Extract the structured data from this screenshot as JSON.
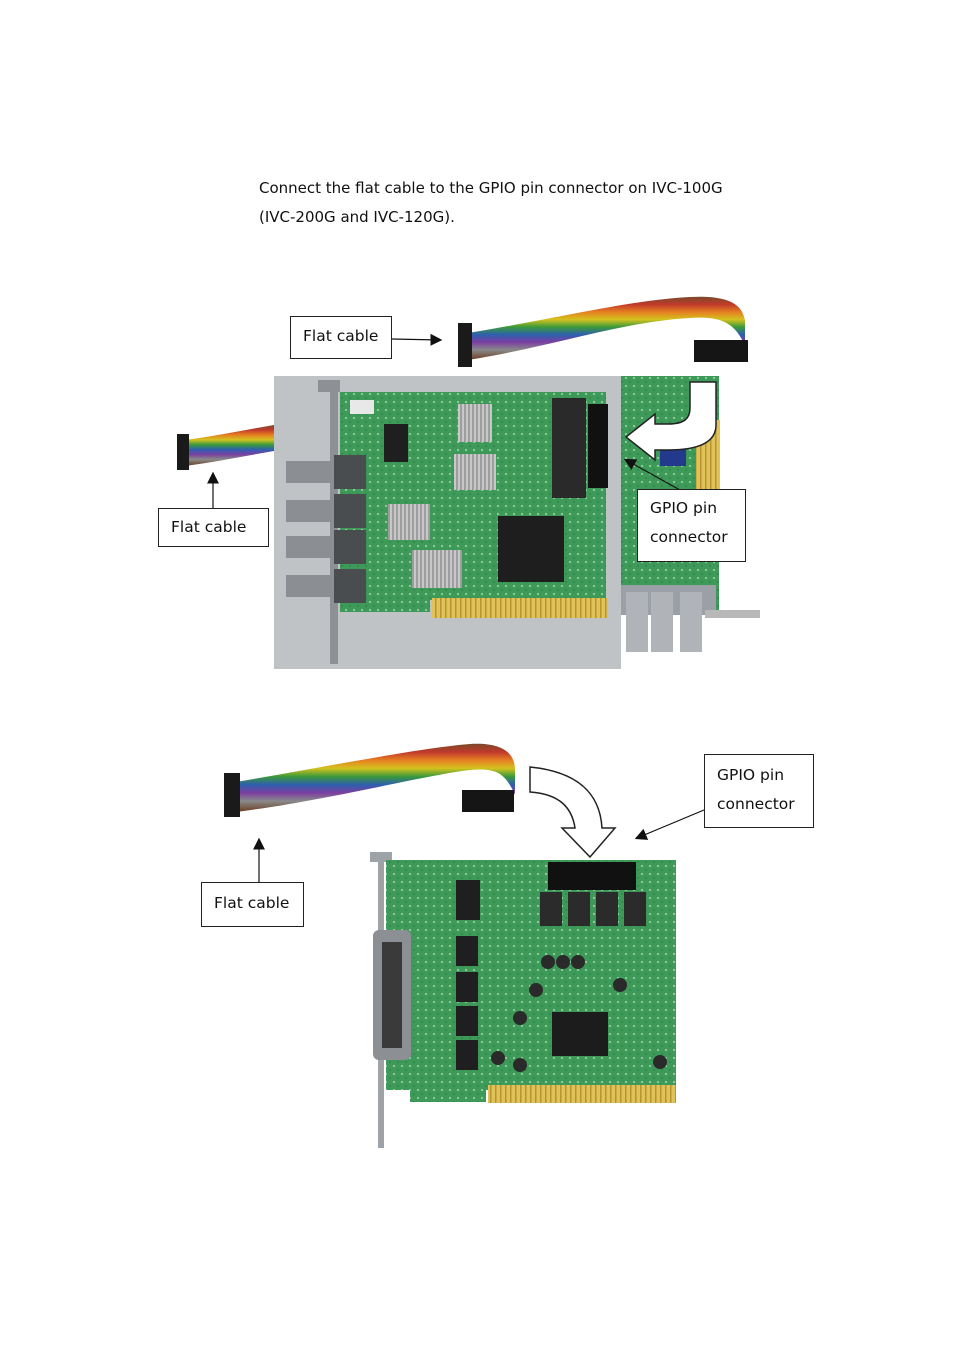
{
  "instruction": {
    "line1": "Connect the flat cable to the GPIO pin connector on IVC-100G",
    "line2": "(IVC-200G and IVC-120G)."
  },
  "figure1": {
    "callout_top": "Flat cable",
    "callout_left": "Flat cable",
    "callout_gpio_line1": "GPIO pin",
    "callout_gpio_line2": "connector"
  },
  "figure2": {
    "callout_flat": "Flat cable",
    "callout_gpio_line1": "GPIO pin",
    "callout_gpio_line2": "connector"
  }
}
